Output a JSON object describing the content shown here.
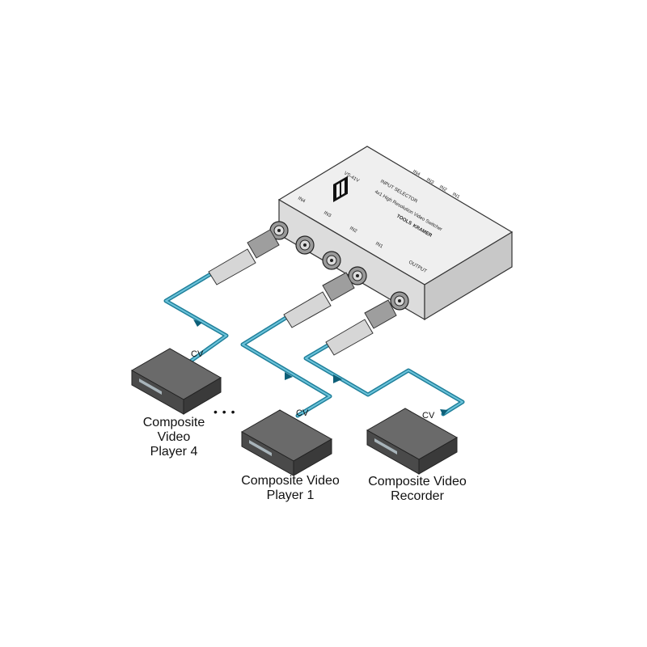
{
  "switcher": {
    "model": "VS-41V",
    "brand": "KRAMER",
    "series": "TOOLS",
    "description": "4x1 High Resolution Video Switcher",
    "selector_title": "INPUT SELECTOR",
    "selector_inputs": [
      "IN1",
      "IN2",
      "IN3",
      "IN4"
    ],
    "ports": {
      "in4": "IN4",
      "in3": "IN3",
      "in2": "IN2",
      "in1": "IN1",
      "output": "OUTPUT"
    }
  },
  "devices": {
    "player4": {
      "label": [
        "Composite",
        "Video",
        "Player 4"
      ],
      "port": "CV"
    },
    "player1": {
      "label": [
        "Composite Video",
        "Player 1"
      ],
      "port": "CV"
    },
    "recorder": {
      "label": [
        "Composite Video",
        "Recorder"
      ],
      "port": "CV"
    }
  },
  "ellipsis": "• • •",
  "colors": {
    "cable": "#1f7f9a",
    "cable_highlight": "#6cc3da",
    "device_body": "#555555",
    "switcher_body": "#e9e9e9"
  }
}
